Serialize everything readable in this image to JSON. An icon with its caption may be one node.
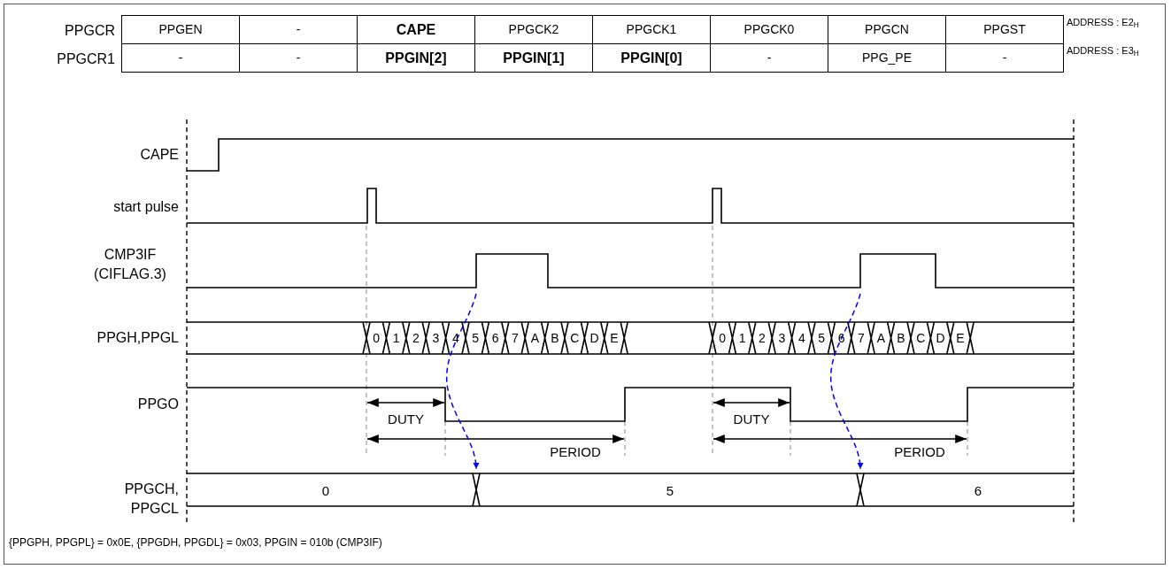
{
  "diagram": {
    "labels": [
      "PPGCR",
      "PPGEN",
      "-",
      "CAPE",
      "PPGCK2",
      "PPGCK1",
      "PPGCK0",
      "PPGCN",
      "PPGST",
      "ADDRESS : E2$_{H}$",
      "PPGCR1",
      "-",
      "-",
      "PPGIN[2]",
      "PPGIN[1]",
      "PPGIN[0]",
      "-",
      "PPG_PE",
      "-",
      "ADDRESS : E3$_{H}$",
      "CAPE",
      "start pulse",
      "CMP3IF (CIFLAG.3)",
      "PPGH,PPGL",
      "PPGO",
      "PPGCH, PPGCL",
      "0",
      "1",
      "2",
      "3",
      "4",
      "5",
      "6",
      "7",
      "A",
      "B",
      "C",
      "D",
      "E",
      "0",
      "1",
      "2",
      "3",
      "4",
      "5",
      "6",
      "7",
      "A",
      "B",
      "C",
      "D",
      "E",
      "DUTY",
      "PERIOD",
      "DUTY",
      "PERIOD",
      "0",
      "5",
      "6",
      "{PPGPH, PPGPL} = 0x0E, {PPGDH, PPGDL} = 0x03, PPGIN = 010b (CMP3IF)"
    ]
  }
}
